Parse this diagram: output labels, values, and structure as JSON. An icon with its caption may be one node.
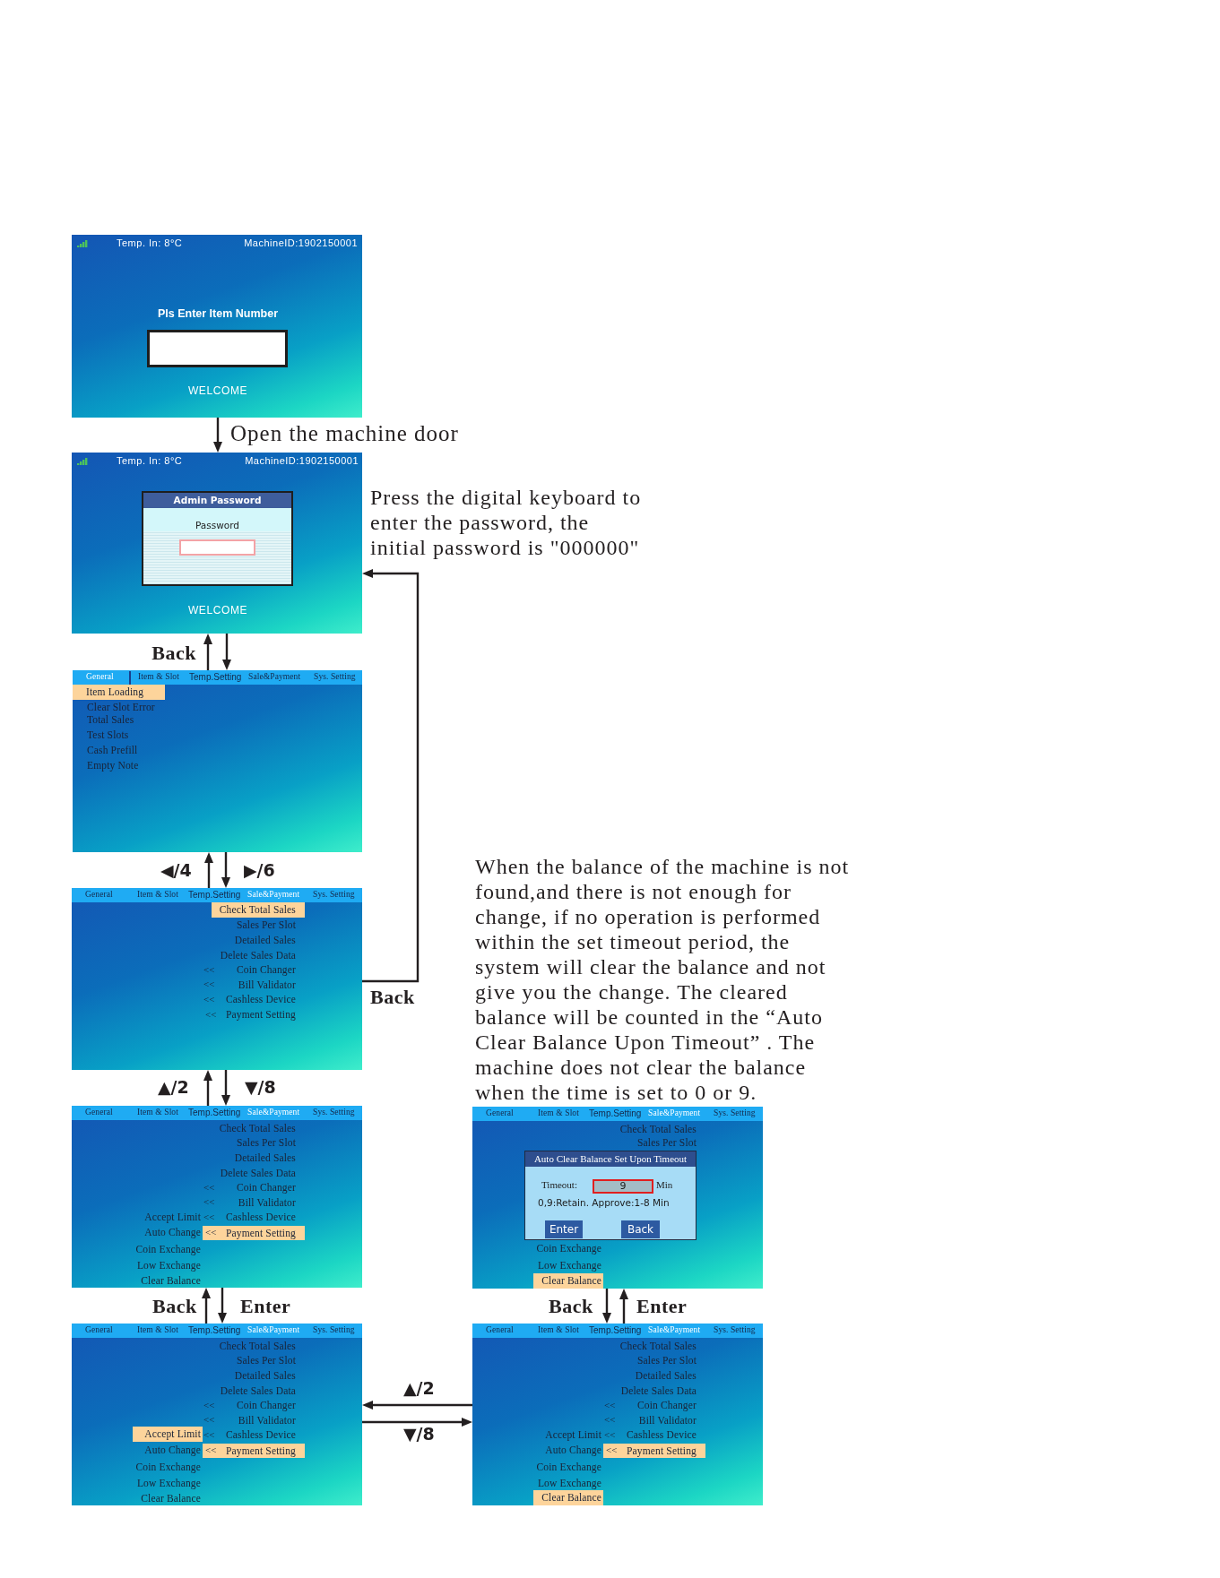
{
  "diagram": {
    "nodes": [
      {
        "text": [
          "Temp. In: 8°C",
          "MachineID:1902150001",
          "Pls Enter Item Number",
          "WELCOME"
        ]
      },
      {
        "text": [
          "Temp. In: 8°C",
          "MachineID:1902150001",
          "WELCOME"
        ],
        "beside": [
          "Press the digital keyboard to enter the password, the initial password is \"000000\""
        ]
      },
      {
        "text": [
          "Admin Password",
          "Password"
        ],
        "in": 1
      },
      {
        "text": [
          "Clear Slot Error",
          "Total Sales",
          "Test Slots",
          "Cash Prefill",
          "Empty Note"
        ]
      },
      {
        "text": [
          "General",
          "Item & Slot",
          "Temp.Setting",
          "Sale&Payment",
          "Sys. Setting"
        ],
        "in": 3
      },
      {
        "text": [
          "Item Loading"
        ],
        "in": 3
      },
      {
        "text": [
          "Sales Per Slot",
          "Detailed Sales",
          "Delete Sales Data",
          "<<",
          "Coin Changer",
          "<<",
          "Bill Validator",
          "<<",
          "Cashless Device",
          "<<",
          "Payment Setting"
        ]
      },
      {
        "text": [
          "General",
          "Item & Slot",
          "Temp.Setting",
          "Sale&Payment",
          "Sys. Setting"
        ],
        "in": 6
      },
      {
        "text": [
          "Check Total Sales"
        ],
        "in": 6
      },
      {
        "text": [
          "Check Total Sales",
          "Sales Per Slot",
          "Detailed Sales",
          "Delete Sales Data",
          "<<",
          "Coin Changer",
          "<<",
          "Bill Validator",
          "Accept Limit",
          "<<",
          "Cashless Device",
          "Auto Change",
          "Coin Exchange",
          "Low Exchange",
          "Clear Balance"
        ]
      },
      {
        "text": [
          "General",
          "Item & Slot",
          "Temp.Setting",
          "Sale&Payment",
          "Sys. Setting"
        ],
        "in": 9
      },
      {
        "text": [
          "<<",
          "Payment Setting"
        ],
        "in": 9
      },
      {
        "text": [
          "Check Total Sales",
          "Sales Per Slot",
          "Detailed Sales",
          "Delete Sales Data",
          "<<",
          "Coin Changer",
          "<<",
          "Bill Validator",
          "<<",
          "Cashless Device",
          "Auto Change",
          "Coin Exchange",
          "Low Exchange",
          "Clear Balance"
        ]
      },
      {
        "text": [
          "General",
          "Item & Slot",
          "Temp.Setting",
          "Sale&Payment",
          "Sys. Setting"
        ],
        "in": 12
      },
      {
        "text": [
          "Accept Limit"
        ],
        "in": 12
      },
      {
        "text": [
          "<<",
          "Payment Setting"
        ],
        "in": 12
      },
      {
        "text": [
          "Check Total Sales",
          "Sales Per Slot",
          "Coin Exchange",
          "Low Exchange"
        ],
        "beside": [
          "When the balance of the machine is not found,and there is not enough for change, if no operation is performed within the set timeout period, the system will clear the balance and not give you the change. The cleared balance will be counted in the “Auto Clear Balance Upon Timeout” . The machine does not clear the balance when the time is set to 0 or 9."
        ]
      },
      {
        "text": [
          "General",
          "Item & Slot",
          "Temp.Setting",
          "Sale&Payment",
          "Sys. Setting"
        ],
        "in": 16
      },
      {
        "text": [
          "Auto Clear Balance Set Upon Timeout",
          "Timeout:",
          "Min",
          "0,9:Retain. Approve:1-8 Min"
        ],
        "in": 16
      },
      {
        "text": [
          "9"
        ],
        "in": 18
      },
      {
        "text": [
          "Enter"
        ],
        "in": 18
      },
      {
        "text": [
          "Back"
        ],
        "in": 18
      },
      {
        "text": [
          "Clear Balance"
        ],
        "in": 16
      },
      {
        "text": [
          "Check Total Sales",
          "Sales Per Slot",
          "Detailed Sales",
          "Delete Sales Data",
          "<<",
          "Coin Changer",
          "<<",
          "Bill Validator",
          "Accept Limit",
          "<<",
          "Cashless Device",
          "Auto Change",
          "Coin Exchange",
          "Low Exchange"
        ]
      },
      {
        "text": [
          "General",
          "Item & Slot",
          "Temp.Setting",
          "Sale&Payment",
          "Sys. Setting"
        ],
        "in": 23
      },
      {
        "text": [
          "<<",
          "Payment Setting"
        ],
        "in": 23
      },
      {
        "text": [
          "Clear Balance"
        ],
        "in": 23
      }
    ],
    "edges": [
      {
        "from": 0,
        "to": 1,
        "arrow": "to",
        "label": "Open the machine door"
      },
      {
        "from": 3,
        "to": 1,
        "arrow": "to",
        "label": "Back"
      },
      {
        "from": 1,
        "to": 3,
        "arrow": "to"
      },
      {
        "from": 6,
        "to": 3,
        "arrow": "to",
        "label": "◀/4"
      },
      {
        "from": 3,
        "to": 6,
        "arrow": "to",
        "label": "▶/6"
      },
      {
        "from": 6,
        "to": 1,
        "arrow": "to",
        "label": "Back"
      },
      {
        "from": 9,
        "to": 6,
        "arrow": "to",
        "label": "▲/2"
      },
      {
        "from": 6,
        "to": 9,
        "arrow": "to",
        "label": "▼/8"
      },
      {
        "from": 12,
        "to": 9,
        "arrow": "to",
        "label": "Back"
      },
      {
        "from": 9,
        "to": 12,
        "arrow": "to",
        "label": "Enter"
      },
      {
        "from": 23,
        "to": 12,
        "arrow": "to",
        "label": "▲/2"
      },
      {
        "from": 12,
        "to": 23,
        "arrow": "to",
        "label": "▼/8"
      },
      {
        "from": 16,
        "to": 23,
        "arrow": "to",
        "label": "Back"
      },
      {
        "from": 23,
        "to": 16,
        "arrow": "to",
        "label": "Enter"
      }
    ]
  }
}
